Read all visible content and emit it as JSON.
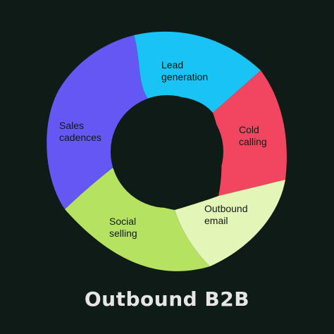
{
  "title": "Outbound B2B",
  "segments": [
    {
      "id": "lead-generation",
      "lines": [
        "Lead",
        "generation"
      ],
      "color": "#19c3f5"
    },
    {
      "id": "cold-calling",
      "lines": [
        "Cold",
        "calling"
      ],
      "color": "#f2455f"
    },
    {
      "id": "outbound-email",
      "lines": [
        "Outbound",
        "email"
      ],
      "color": "#e3f6b8"
    },
    {
      "id": "social-selling",
      "lines": [
        "Social",
        "selling"
      ],
      "color": "#b5e261"
    },
    {
      "id": "sales-cadences",
      "lines": [
        "Sales",
        "cadences"
      ],
      "color": "#6457f4"
    }
  ],
  "colors": {
    "background": "#0f1b16",
    "label_text": "#11181a",
    "title_text": "#e6e6e6"
  }
}
